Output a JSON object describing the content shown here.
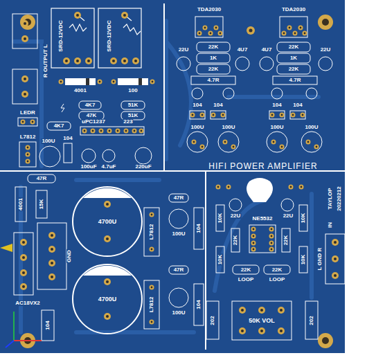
{
  "diagram": {
    "title": "HIFI POWER AMPLIFIER",
    "labels": [
      "SRD-12VDC",
      "SRD-12VDC",
      "R OUTPUT L",
      "4001",
      "100",
      "LEDR",
      "4K7",
      "47K",
      "51K",
      "51K",
      "4K7",
      "L7812",
      "100U",
      "104",
      "uPC1237",
      "223",
      "100uF",
      "4.7uF",
      "220uF",
      "TDA2030",
      "TDA2030",
      "22U",
      "22K",
      "1K",
      "22K",
      "4U7",
      "4U7",
      "22K",
      "1K",
      "22K",
      "22U",
      "4.7R",
      "4.7R",
      "104",
      "104",
      "104",
      "104",
      "100U",
      "100U",
      "100U",
      "100U",
      "47R",
      "4001",
      "15K",
      "4700U",
      "4700U",
      "47R",
      "100U",
      "L7812",
      "104",
      "47R",
      "100U",
      "L7812",
      "104",
      "AC18VX2",
      "GND",
      "104",
      "22U",
      "22U",
      "NE5532",
      "10K",
      "10K",
      "22K",
      "22K",
      "22K",
      "22K",
      "LOOP",
      "LOOP",
      "50K VOL",
      "202",
      "202",
      "TAYLOP",
      "20220212",
      "IN",
      "L GND R",
      "10K",
      "10K"
    ]
  }
}
